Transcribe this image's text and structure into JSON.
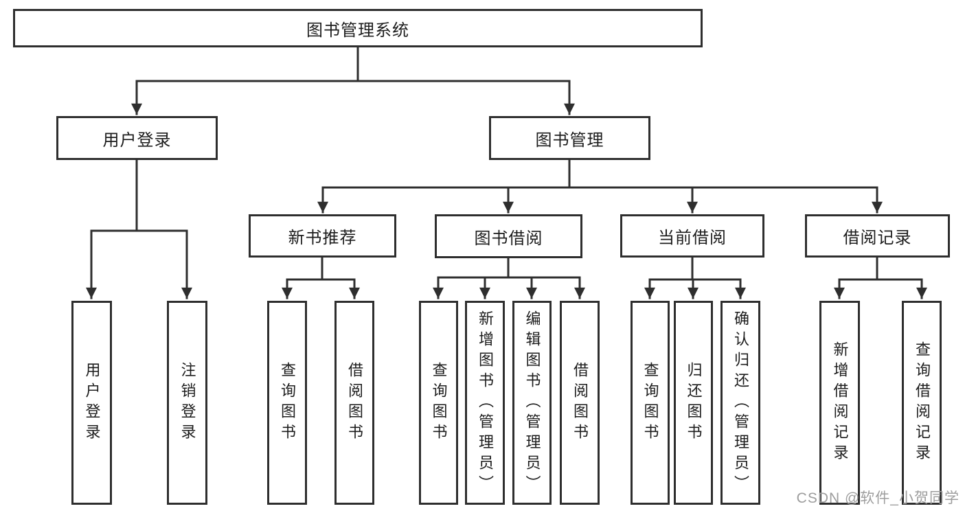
{
  "tree": {
    "label": "图书管理系统",
    "children": [
      {
        "label": "用户登录",
        "children": [
          {
            "label": "用户登录"
          },
          {
            "label": "注销登录"
          }
        ]
      },
      {
        "label": "图书管理",
        "children": [
          {
            "label": "新书推荐",
            "children": [
              {
                "label": "查询图书"
              },
              {
                "label": "借阅图书"
              }
            ]
          },
          {
            "label": "图书借阅",
            "children": [
              {
                "label": "查询图书"
              },
              {
                "label": "新增图书（管理员）"
              },
              {
                "label": "编辑图书（管理员）"
              },
              {
                "label": "借阅图书"
              }
            ]
          },
          {
            "label": "当前借阅",
            "children": [
              {
                "label": "查询图书"
              },
              {
                "label": "归还图书"
              },
              {
                "label": "确认归还（管理员）"
              }
            ]
          },
          {
            "label": "借阅记录",
            "children": [
              {
                "label": "新增借阅记录"
              },
              {
                "label": "查询借阅记录"
              }
            ]
          }
        ]
      }
    ]
  },
  "watermark": {
    "text": "CSDN @软件_小贺同学"
  },
  "colors": {
    "line": "#2e2e2e",
    "text": "#1c1c1c",
    "background": "#ffffff",
    "watermark": "#9d9d9d"
  }
}
